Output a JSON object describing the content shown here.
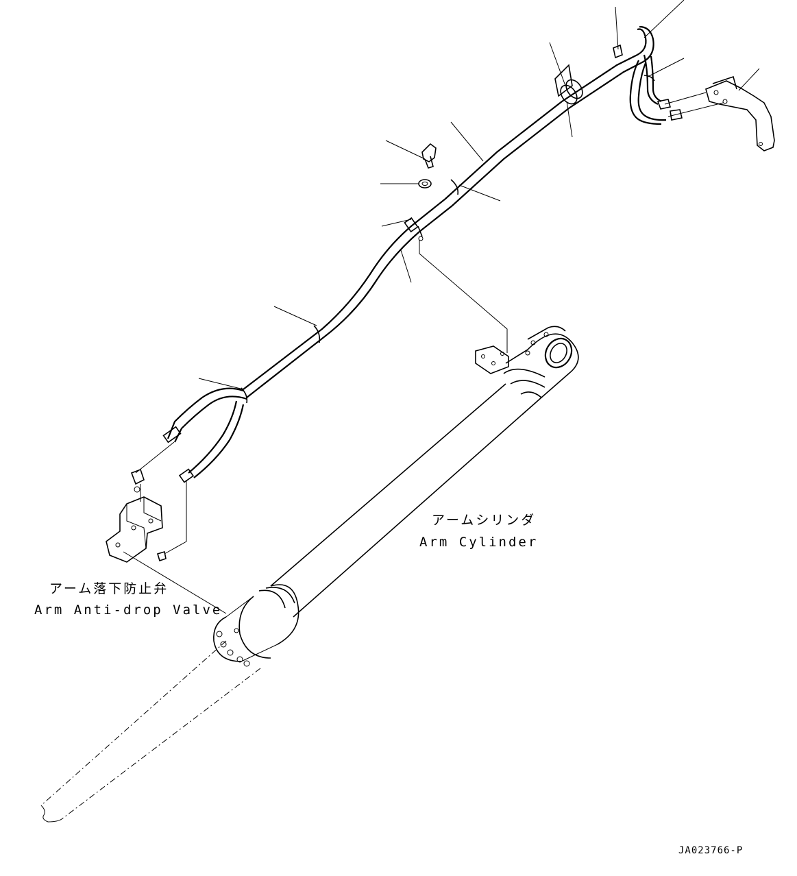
{
  "labels": {
    "arm_cylinder_jp": "アームシリンダ",
    "arm_cylinder_en": "Arm Cylinder",
    "anti_drop_valve_jp": "アーム落下防止弁",
    "anti_drop_valve_en": "Arm Anti-drop Valve",
    "drawing_number": "JA023766-P"
  }
}
